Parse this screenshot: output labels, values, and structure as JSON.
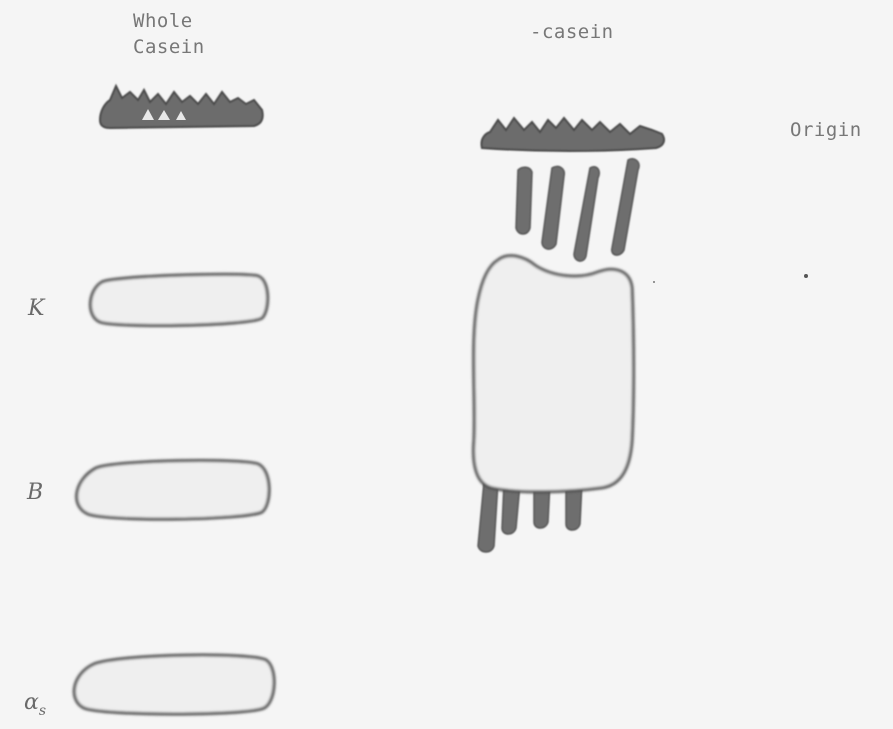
{
  "lanes": [
    {
      "id": "whole",
      "title_line1": "Whole",
      "title_line2": "Casein"
    },
    {
      "id": "fraction",
      "title": "-casein"
    }
  ],
  "origin_label": "Origin",
  "band_labels": {
    "kappa": "K",
    "beta": "B",
    "alpha_main": "α",
    "alpha_sub": "s"
  },
  "colors": {
    "background": "#f5f5f5",
    "band_light": "#efefef",
    "band_outline": "#4e4e4e",
    "band_dark": "#6b6b6b",
    "text": "#777777"
  }
}
